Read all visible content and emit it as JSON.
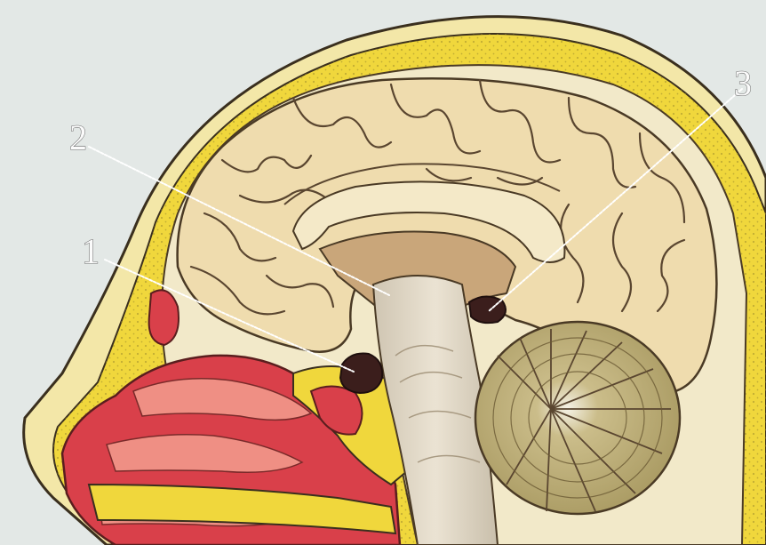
{
  "labels": [
    {
      "id": "1",
      "text": "1"
    },
    {
      "id": "2",
      "text": "2"
    },
    {
      "id": "3",
      "text": "3"
    }
  ],
  "colors": {
    "background": "#e3e8e6",
    "scalp_bone_yellow": "#f0d73c",
    "bone_stipple": "#9a8a2c",
    "brain_cream": "#efdcae",
    "gyri_outline": "#5a4630",
    "nasal_red": "#d9404a",
    "brainstem": "#ddd3c3",
    "cerebellum": "#b9a975",
    "ventricle_dark": "#3b1e1c",
    "leader_line": "#ffffff"
  }
}
